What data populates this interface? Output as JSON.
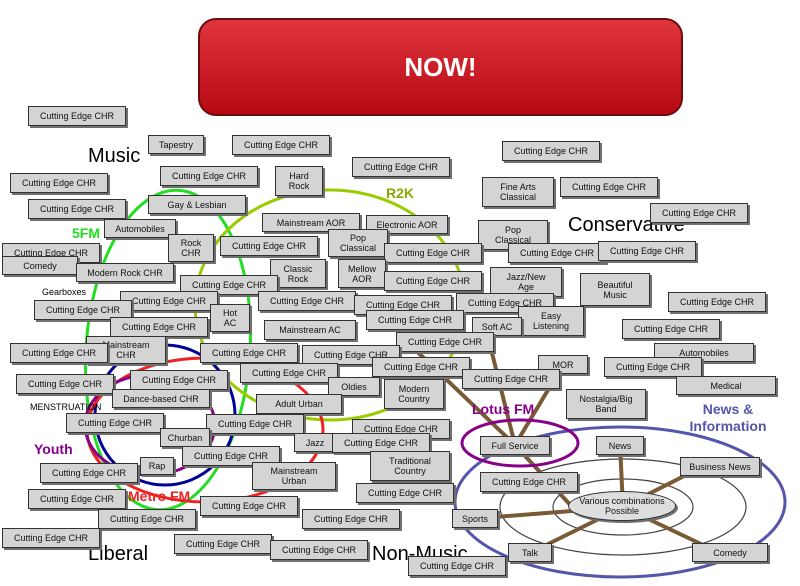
{
  "header": {
    "now_label": "NOW!"
  },
  "colors": {
    "green": "#22dd22",
    "lime": "#99cc00",
    "blue": "#000099",
    "red": "#ee2222",
    "purple": "#880088",
    "brown": "#7a5a36",
    "navy": "#5555aa",
    "dark_red": "#aa1111"
  },
  "labels": {
    "music": "Music",
    "conservative": "Conservative",
    "liberal": "Liberal",
    "non_music": "Non-Music",
    "five_fm": "5FM",
    "r2k": "R2K",
    "youth": "Youth",
    "metro_fm": "Metro FM",
    "lotus_fm": "Lotus FM",
    "news_info": "News &\nInformation",
    "gearboxes": "Gearboxes",
    "menstruation": "MENSTRUATION"
  },
  "boxes": {
    "cec": "Cutting Edge CHR",
    "tapestry": "Tapestry",
    "hard_rock": "Hard\nRock",
    "fine_arts": "Fine Arts\nClassical",
    "gay_lesbian": "Gay & Lesbian",
    "automobiles_1": "Automobiles",
    "automobiles_2": "Automobiles",
    "mainstream_aor": "Mainstream AOR",
    "electronic_aor": "Electronic AOR",
    "pop_classical_1": "Pop\nClassical",
    "pop_classical_2": "Pop\nClassical",
    "rock_chr": "Rock\nCHR",
    "comedy_1": "Comedy",
    "comedy_2": "Comedy",
    "modern_rock_chr": "Modern Rock CHR",
    "classic_rock": "Classic\nRock",
    "mellow_aor": "Mellow\nAOR",
    "jazz_new_age": "Jazz/New\nAge",
    "beautiful_music": "Beautiful\nMusic",
    "hot_ac": "Hot\nAC",
    "easy_listening": "Easy\nListening",
    "mainstream_ac": "Mainstream AC",
    "soft_ac": "Soft AC",
    "mainstream_chr": "Mainstream\nCHR",
    "mor": "MOR",
    "oldies": "Oldies",
    "modern_country": "Modern\nCountry",
    "medical": "Medical",
    "dance_chr": "Dance-based CHR",
    "adult_urban": "Adult Urban",
    "nostalgia": "Nostalgia/Big\nBand",
    "churban": "Churban",
    "jazz": "Jazz",
    "full_service": "Full Service",
    "news": "News",
    "traditional_country": "Traditional\nCountry",
    "business_news": "Business News",
    "rap": "Rap",
    "mainstream_urban": "Mainstream\nUrban",
    "various": "Various combinations\nPossible",
    "sports": "Sports",
    "talk": "Talk"
  }
}
